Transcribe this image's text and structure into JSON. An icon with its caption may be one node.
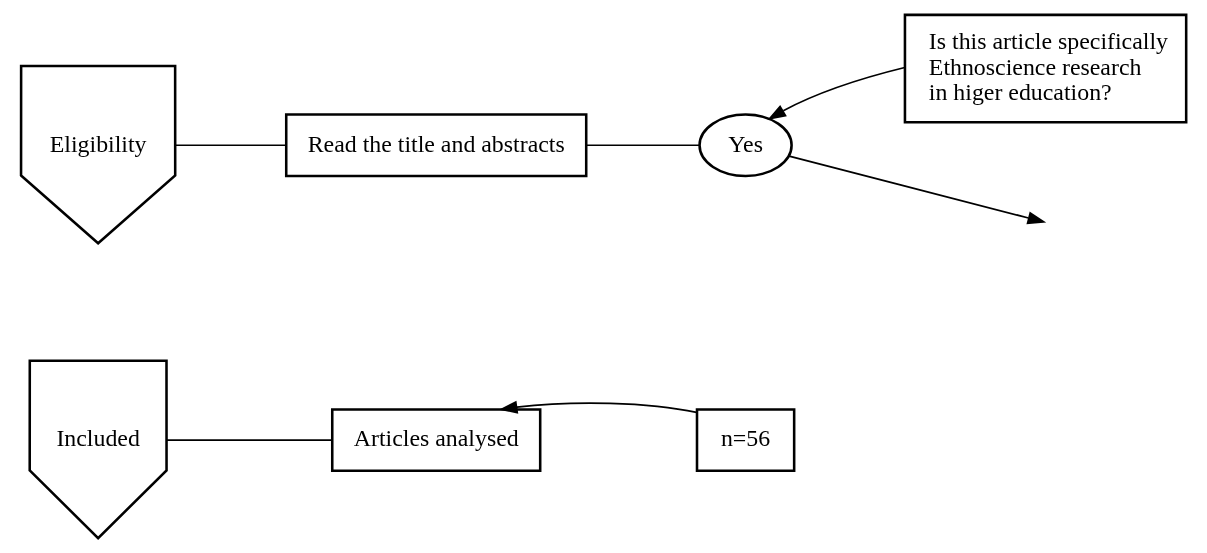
{
  "diagram": {
    "nodes": [
      {
        "text": [
          "Eligibility"
        ]
      },
      {
        "text": [
          "Read the title and abstracts"
        ]
      },
      {
        "text": [
          "Yes"
        ]
      },
      {
        "text": [
          "Is this article specifically Ethnoscience research in higer education?"
        ]
      },
      {
        "text": [
          "Included"
        ]
      },
      {
        "text": [
          "n=56"
        ]
      },
      {
        "text": [
          "Articles analysed"
        ]
      }
    ],
    "edges": [
      {
        "from": 0,
        "to": 1,
        "arrow": "none"
      },
      {
        "from": 1,
        "to": 2,
        "arrow": "none"
      },
      {
        "from": 3,
        "to": 2,
        "arrow": "to"
      },
      {
        "from": 2,
        "to": null,
        "arrow": "to"
      },
      {
        "from": 4,
        "to": 6,
        "arrow": "none"
      },
      {
        "from": 5,
        "to": 6,
        "arrow": "to"
      }
    ]
  }
}
